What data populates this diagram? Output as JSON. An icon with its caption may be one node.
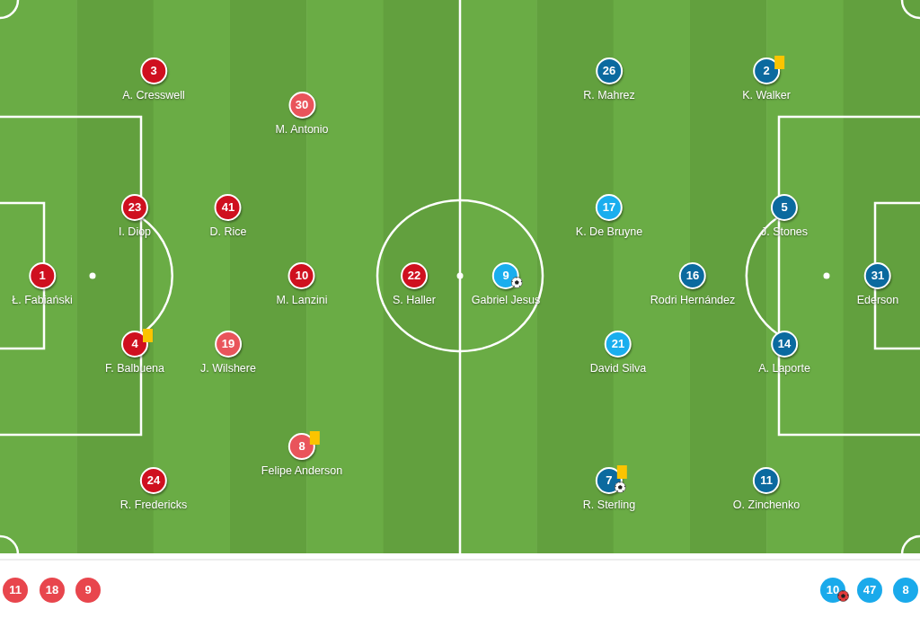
{
  "diagram": {
    "nodes": [
      {
        "text": [
          "1",
          "Ł. Fabiański"
        ]
      },
      {
        "text": [
          "3",
          "A. Cresswell"
        ]
      },
      {
        "text": [
          "23",
          "I. Diop"
        ]
      },
      {
        "text": [
          "4",
          "F. Balbuena"
        ]
      },
      {
        "text": [
          "24",
          "R. Fredericks"
        ]
      },
      {
        "text": [
          "41",
          "D. Rice"
        ]
      },
      {
        "text": [
          "19",
          "J. Wilshere"
        ]
      },
      {
        "text": [
          "30",
          "M. Antonio"
        ]
      },
      {
        "text": [
          "10",
          "M. Lanzini"
        ]
      },
      {
        "text": [
          "8",
          "Felipe Anderson"
        ]
      },
      {
        "text": [
          "22",
          "S. Haller"
        ]
      },
      {
        "text": [
          "9",
          "Gabriel Jesus"
        ]
      },
      {
        "text": [
          "26",
          "R. Mahrez"
        ]
      },
      {
        "text": [
          "17",
          "K. De Bruyne"
        ]
      },
      {
        "text": [
          "21",
          "David Silva"
        ]
      },
      {
        "text": [
          "7",
          "R. Sterling"
        ]
      },
      {
        "text": [
          "16",
          "Rodri Hernández"
        ]
      },
      {
        "text": [
          "2",
          "K. Walker"
        ]
      },
      {
        "text": [
          "5",
          "J. Stones"
        ]
      },
      {
        "text": [
          "14",
          "A. Laporte"
        ]
      },
      {
        "text": [
          "11",
          "O. Zinchenko"
        ]
      },
      {
        "text": [
          "31",
          "Ederson"
        ]
      },
      {
        "text": [
          "11"
        ]
      },
      {
        "text": [
          "18"
        ]
      },
      {
        "text": [
          "9"
        ]
      },
      {
        "text": [
          "10"
        ]
      },
      {
        "text": [
          "47"
        ]
      },
      {
        "text": [
          "8"
        ]
      }
    ]
  }
}
